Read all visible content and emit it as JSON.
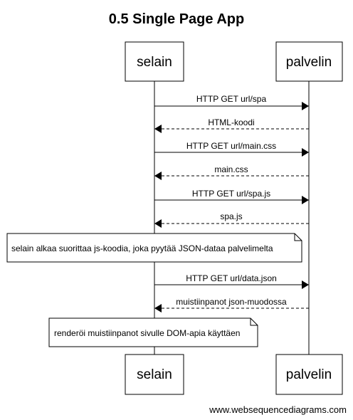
{
  "diagram": {
    "title": "0.5 Single Page App",
    "watermark": "www.websequencediagrams.com",
    "actors": [
      {
        "id": "selain",
        "label": "selain"
      },
      {
        "id": "palvelin",
        "label": "palvelin"
      }
    ],
    "steps": [
      {
        "kind": "message",
        "from": "selain",
        "to": "palvelin",
        "label": "HTTP GET url/spa",
        "style": "solid"
      },
      {
        "kind": "message",
        "from": "palvelin",
        "to": "selain",
        "label": "HTML-koodi",
        "style": "dashed"
      },
      {
        "kind": "message",
        "from": "selain",
        "to": "palvelin",
        "label": "HTTP GET url/main.css",
        "style": "solid"
      },
      {
        "kind": "message",
        "from": "palvelin",
        "to": "selain",
        "label": "main.css",
        "style": "dashed"
      },
      {
        "kind": "message",
        "from": "selain",
        "to": "palvelin",
        "label": "HTTP GET url/spa.js",
        "style": "solid"
      },
      {
        "kind": "message",
        "from": "palvelin",
        "to": "selain",
        "label": "spa.js",
        "style": "dashed"
      },
      {
        "kind": "note",
        "over": [
          "selain",
          "palvelin"
        ],
        "text": "selain alkaa suorittaa js-koodia, joka pyytää JSON-dataa palvelimelta"
      },
      {
        "kind": "message",
        "from": "selain",
        "to": "palvelin",
        "label": "HTTP GET url/data.json",
        "style": "solid"
      },
      {
        "kind": "message",
        "from": "palvelin",
        "to": "selain",
        "label": "muistiinpanot json-muodossa",
        "style": "dashed"
      },
      {
        "kind": "note",
        "over": [
          "selain"
        ],
        "text": "renderöi muistiinpanot sivulle DOM-apia käyttäen"
      }
    ]
  }
}
